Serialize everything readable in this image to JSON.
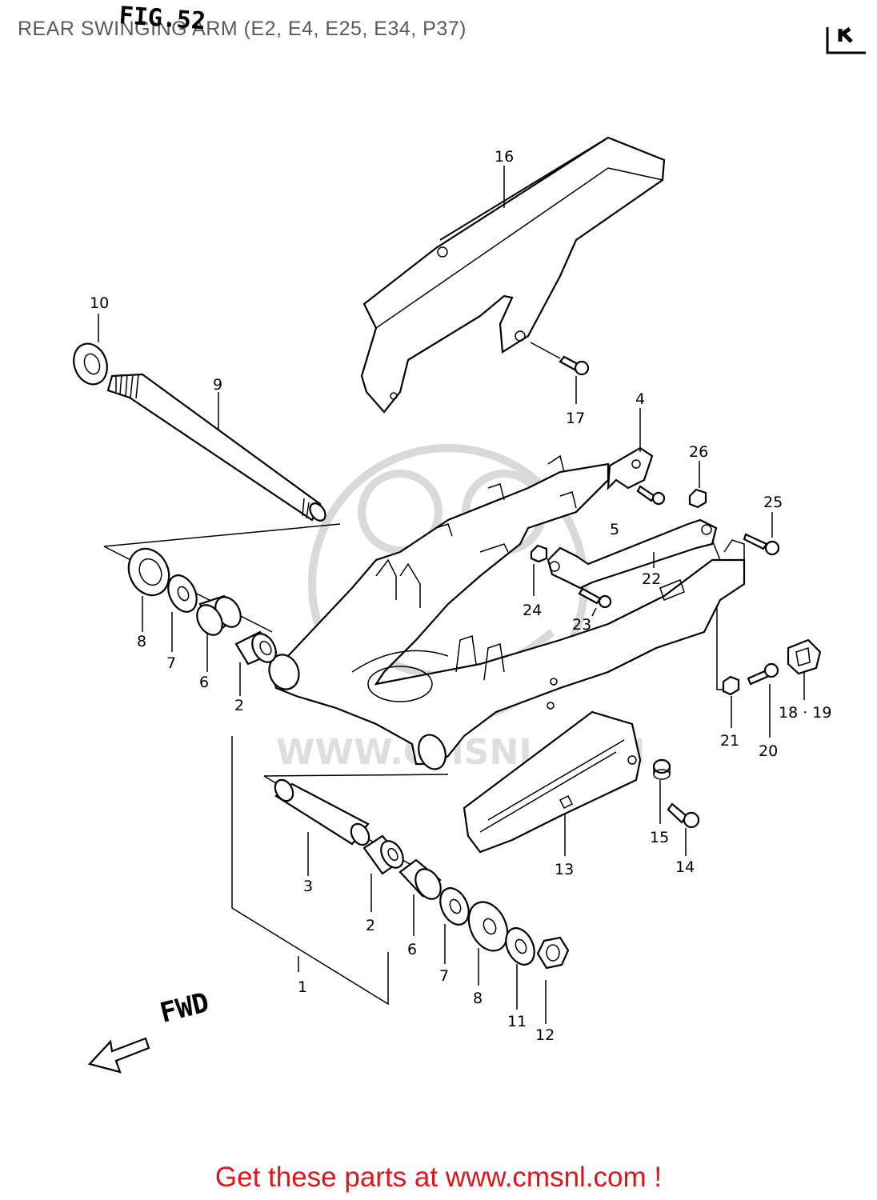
{
  "header": {
    "title": "REAR SWINGING ARM (E2, E4, E25, E34, P37)",
    "figure_label": "FIG.52"
  },
  "diagram": {
    "direction_label": "FWD",
    "watermark": "WWW.CMSNL.COM",
    "callouts": [
      "1",
      "2",
      "2",
      "3",
      "4",
      "5",
      "6",
      "6",
      "7",
      "7",
      "8",
      "8",
      "9",
      "10",
      "11",
      "12",
      "13",
      "14",
      "15",
      "16",
      "17",
      "18 · 19",
      "20",
      "21",
      "22",
      "23",
      "24",
      "25",
      "26"
    ]
  },
  "footer": {
    "link_text": "Get these parts at www.cmsnl.com !",
    "link_color": "#e0141a"
  },
  "colors": {
    "line": "#000000",
    "watermark": "#d9d9d9",
    "header_text": "#5a5a5a"
  }
}
